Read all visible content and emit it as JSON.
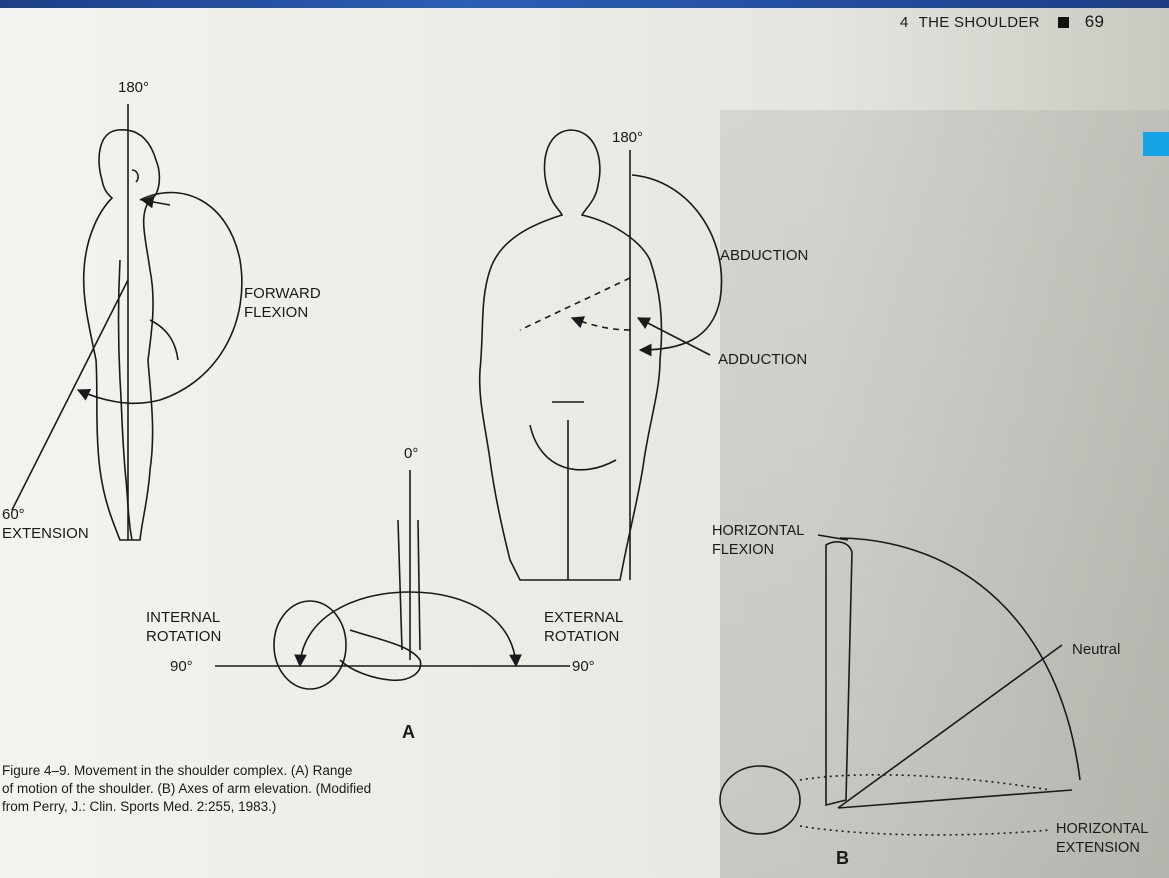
{
  "header": {
    "chapter": "4",
    "title": "THE SHOULDER",
    "page": "69"
  },
  "labels": {
    "flex_top": "180°",
    "abd_top": "180°",
    "forward_flexion": "FORWARD\nFLEXION",
    "extension_deg": "60°",
    "extension": "EXTENSION",
    "abduction": "ABDUCTION",
    "adduction": "ADDUCTION",
    "zero_deg": "0°",
    "internal_rotation": "INTERNAL\nROTATION",
    "external_rotation": "EXTERNAL\nROTATION",
    "left_90": "90°",
    "right_90": "90°",
    "horizontal_flexion": "HORIZONTAL\nFLEXION",
    "neutral": "Neutral",
    "horizontal_extension": "HORIZONTAL\nEXTENSION",
    "panel_a": "A",
    "panel_b": "B"
  },
  "caption": {
    "line1": "Figure 4–9. Movement in the shoulder complex. (A) Range",
    "line2": "of motion of the shoulder. (B) Axes of arm elevation. (Modified",
    "line3": "from Perry, J.: Clin. Sports Med. 2:255, 1983.)"
  }
}
